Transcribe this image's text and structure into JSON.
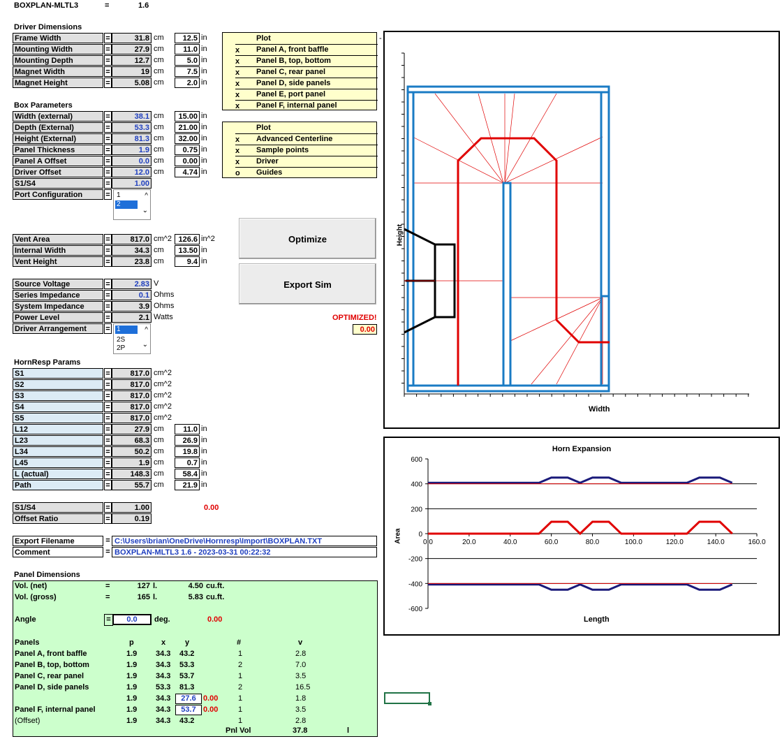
{
  "header": {
    "name": "BOXPLAN-MLTL3",
    "eq": "=",
    "version": "1.6"
  },
  "driver": {
    "title": "Driver Dimensions",
    "rows": [
      {
        "label": "Frame Width",
        "value": "31.8",
        "unit": "cm",
        "in": "12.5",
        "in_unit": "in"
      },
      {
        "label": "Mounting Width",
        "value": "27.9",
        "unit": "cm",
        "in": "11.0",
        "in_unit": "in"
      },
      {
        "label": "Mounting Depth",
        "value": "12.7",
        "unit": "cm",
        "in": "5.0",
        "in_unit": "in"
      },
      {
        "label": "Magnet Width",
        "value": "19",
        "unit": "cm",
        "in": "7.5",
        "in_unit": "in"
      },
      {
        "label": "Magnet Height",
        "value": "5.08",
        "unit": "cm",
        "in": "2.0",
        "in_unit": "in"
      }
    ]
  },
  "box": {
    "title": "Box Parameters",
    "rows": [
      {
        "label": "Width (external)",
        "value": "38.1",
        "unit": "cm",
        "in": "15.00",
        "in_unit": "in"
      },
      {
        "label": "Depth (External)",
        "value": "53.3",
        "unit": "cm",
        "in": "21.00",
        "in_unit": "in"
      },
      {
        "label": "Height (External)",
        "value": "81.3",
        "unit": "cm",
        "in": "32.00",
        "in_unit": "in"
      },
      {
        "label": "Panel Thickness",
        "value": "1.9",
        "unit": "cm",
        "in": "0.75",
        "in_unit": "in"
      },
      {
        "label": "Panel A Offset",
        "value": "0.0",
        "unit": "cm",
        "in": "0.00",
        "in_unit": "in"
      },
      {
        "label": "Driver Offset",
        "value": "12.0",
        "unit": "cm",
        "in": "4.74",
        "in_unit": "in"
      },
      {
        "label": "S1/S4",
        "value": "1.00"
      }
    ],
    "port_label": "Port Configuration",
    "port_options": [
      "1",
      "2"
    ],
    "port_selected": "2"
  },
  "vent": {
    "rows": [
      {
        "label": "Vent Area",
        "value": "817.0",
        "unit": "cm^2",
        "in": "126.6",
        "in_unit": "in^2"
      },
      {
        "label": "Internal Width",
        "value": "34.3",
        "unit": "cm",
        "in": "13.50",
        "in_unit": "in"
      },
      {
        "label": "Vent Height",
        "value": "23.8",
        "unit": "cm",
        "in": "9.4",
        "in_unit": "in"
      }
    ]
  },
  "elec": {
    "rows": [
      {
        "label": "Source Voltage",
        "value": "2.83",
        "unit": "V"
      },
      {
        "label": "Series Impedance",
        "value": "0.1",
        "unit": "Ohms"
      },
      {
        "label": "System Impedance",
        "value": "3.9",
        "unit": "Ohms"
      },
      {
        "label": "Power Level",
        "value": "2.1",
        "unit": "Watts"
      }
    ],
    "arr_label": "Driver Arrangement",
    "arr_options": [
      "1",
      "2S",
      "2P"
    ],
    "arr_selected": "1"
  },
  "hornresp": {
    "title": "HornResp Params",
    "rows": [
      {
        "label": "S1",
        "value": "817.0",
        "unit": "cm^2",
        "in": ""
      },
      {
        "label": "S2",
        "value": "817.0",
        "unit": "cm^2",
        "in": ""
      },
      {
        "label": "S3",
        "value": "817.0",
        "unit": "cm^2",
        "in": ""
      },
      {
        "label": "S4",
        "value": "817.0",
        "unit": "cm^2",
        "in": ""
      },
      {
        "label": "S5",
        "value": "817.0",
        "unit": "cm^2",
        "in": ""
      },
      {
        "label": "L12",
        "value": "27.9",
        "unit": "cm",
        "in": "11.0",
        "in_unit": "in"
      },
      {
        "label": "L23",
        "value": "68.3",
        "unit": "cm",
        "in": "26.9",
        "in_unit": "in"
      },
      {
        "label": "L34",
        "value": "50.2",
        "unit": "cm",
        "in": "19.8",
        "in_unit": "in"
      },
      {
        "label": "L45",
        "value": "1.9",
        "unit": "cm",
        "in": "0.7",
        "in_unit": "in"
      },
      {
        "label": "L (actual)",
        "value": "148.3",
        "unit": "cm",
        "in": "58.4",
        "in_unit": "in"
      },
      {
        "label": "Path",
        "value": "55.7",
        "unit": "cm",
        "in": "21.9",
        "in_unit": "in"
      }
    ]
  },
  "ratio": {
    "rows": [
      {
        "label": "S1/S4",
        "value": "1.00"
      },
      {
        "label": "Offset Ratio",
        "value": "0.19"
      }
    ],
    "extra": "0.00"
  },
  "export": {
    "filename_label": "Export Filename",
    "filename": "C:\\Users\\brian\\OneDrive\\Hornresp\\Import\\BOXPLAN.TXT",
    "comment_label": "Comment",
    "comment": "BOXPLAN-MLTL3 1.6 - 2023-03-31 00:22:32"
  },
  "plot1": {
    "header": "Plot",
    "items": [
      {
        "mark": "x",
        "label": "Panel A, front baffle"
      },
      {
        "mark": "x",
        "label": "Panel B, top, bottom"
      },
      {
        "mark": "x",
        "label": "Panel C, rear panel"
      },
      {
        "mark": "x",
        "label": "Panel D, side panels"
      },
      {
        "mark": "x",
        "label": "Panel E, port panel"
      },
      {
        "mark": "x",
        "label": "Panel F, internal panel"
      }
    ]
  },
  "plot2": {
    "header": "Plot",
    "items": [
      {
        "mark": "x",
        "label": "Advanced Centerline"
      },
      {
        "mark": "x",
        "label": "Sample points"
      },
      {
        "mark": "x",
        "label": "Driver"
      },
      {
        "mark": "o",
        "label": "Guides"
      }
    ]
  },
  "buttons": {
    "optimize": "Optimize",
    "export_sim": "Export Sim"
  },
  "status": {
    "optimized": "OPTIMIZED!",
    "value": "0.00"
  },
  "layout_chart": {
    "xlabel": "Width",
    "ylabel": "Height"
  },
  "panel": {
    "title": "Panel Dimensions",
    "vol_net": {
      "label": "Vol. (net)",
      "eq": "=",
      "val": "127",
      "u1": "l.",
      "val2": "4.50",
      "u2": "cu.ft."
    },
    "vol_gross": {
      "label": "Vol. (gross)",
      "eq": "=",
      "val": "165",
      "u1": "l.",
      "val2": "5.83",
      "u2": "cu.ft."
    },
    "angle": {
      "label": "Angle",
      "eq": "=",
      "val": "0.0",
      "unit": "deg.",
      "extra": "0.00"
    },
    "headers": {
      "label": "Panels",
      "p": "p",
      "x": "x",
      "y": "y",
      "n": "#",
      "v": "v"
    },
    "rows": [
      {
        "label": "Panel A, front baffle",
        "p": "1.9",
        "x": "34.3",
        "y": "43.2",
        "extra": "",
        "n": "1",
        "v": "2.8"
      },
      {
        "label": "Panel B, top, bottom",
        "p": "1.9",
        "x": "34.3",
        "y": "53.3",
        "extra": "",
        "n": "2",
        "v": "7.0"
      },
      {
        "label": "Panel C, rear panel",
        "p": "1.9",
        "x": "34.3",
        "y": "53.7",
        "extra": "",
        "n": "1",
        "v": "3.5"
      },
      {
        "label": "Panel D, side panels",
        "p": "1.9",
        "x": "53.3",
        "y": "81.3",
        "extra": "",
        "n": "2",
        "v": "16.5"
      },
      {
        "label": "",
        "p": "1.9",
        "x": "34.3",
        "y": "27.6",
        "extra": "0.00",
        "n": "1",
        "v": "1.8"
      },
      {
        "label": "Panel F, internal panel",
        "p": "1.9",
        "x": "34.3",
        "y": "53.7",
        "extra": "0.00",
        "n": "1",
        "v": "3.5"
      },
      {
        "label": "(Offset)",
        "p": "1.9",
        "x": "34.3",
        "y": "43.2",
        "extra": "",
        "n": "1",
        "v": "2.8"
      }
    ],
    "pnl_vol_label": "Pnl Vol",
    "pnl_vol": "37.8",
    "pnl_vol_unit": "l"
  },
  "chart_data": {
    "type": "line",
    "title": "Horn Expansion",
    "xlabel": "Length",
    "ylabel": "Area",
    "xlim": [
      0,
      160
    ],
    "ylim": [
      -600,
      600
    ],
    "x_ticks": [
      "0.0",
      "20.0",
      "40.0",
      "60.0",
      "80.0",
      "100.0",
      "120.0",
      "140.0",
      "160.0"
    ],
    "y_ticks": [
      "600",
      "400",
      "200",
      "0",
      "-200",
      "-400",
      "-600"
    ],
    "series": [
      {
        "color": "#1a1a7a",
        "x": [
          0,
          54,
          60,
          68,
          74,
          80,
          88,
          94,
          100,
          126,
          132,
          142,
          148
        ],
        "y": [
          408,
          408,
          450,
          450,
          408,
          450,
          450,
          408,
          408,
          408,
          450,
          450,
          408
        ]
      },
      {
        "color": "#1a1a7a",
        "x": [
          0,
          54,
          60,
          68,
          74,
          80,
          88,
          94,
          100,
          126,
          132,
          142,
          148
        ],
        "y": [
          -408,
          -408,
          -450,
          -450,
          -408,
          -450,
          -450,
          -408,
          -408,
          -408,
          -450,
          -450,
          -408
        ]
      },
      {
        "color": "#e00000",
        "x": [
          0,
          148
        ],
        "y": [
          400,
          400
        ]
      },
      {
        "color": "#e00000",
        "x": [
          0,
          148
        ],
        "y": [
          -400,
          -400
        ]
      },
      {
        "color": "#e00000",
        "x": [
          0,
          54,
          60,
          68,
          74,
          80,
          88,
          94,
          100,
          126,
          132,
          142,
          148
        ],
        "y": [
          0,
          0,
          95,
          95,
          0,
          95,
          95,
          0,
          0,
          0,
          95,
          95,
          0
        ]
      }
    ]
  }
}
